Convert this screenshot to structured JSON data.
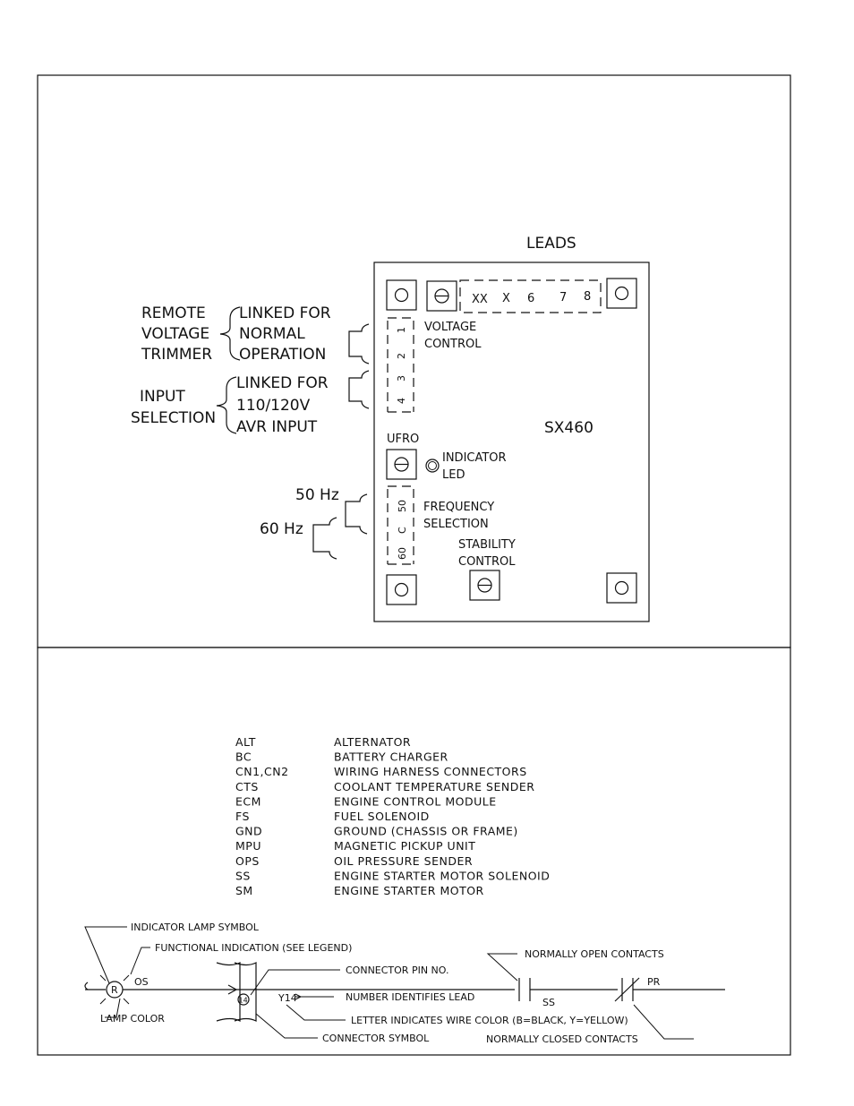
{
  "avr": {
    "leads_title": "LEADS",
    "terminals": [
      "XX",
      "X",
      "6",
      "7",
      "8"
    ],
    "voltage_control": [
      "VOLTAGE",
      "CONTROL"
    ],
    "model": "SX460",
    "ufro": "UFRO",
    "indicator_led": [
      "INDICATOR",
      "LED"
    ],
    "frequency_selection": [
      "FREQUENCY",
      "SELECTION"
    ],
    "stability_control": [
      "STABILITY",
      "CONTROL"
    ],
    "link_pins_top": [
      "1",
      "2",
      "3",
      "4"
    ],
    "link_pins_freq": [
      "50",
      "C",
      "60"
    ],
    "remote_voltage_trimmer": [
      "REMOTE",
      "VOLTAGE",
      "TRIMMER"
    ],
    "linked_for_normal": [
      "LINKED FOR",
      "NORMAL",
      "OPERATION"
    ],
    "input_selection": [
      "INPUT",
      "SELECTION"
    ],
    "linked_for_110": [
      "LINKED FOR",
      "110/120V",
      "AVR INPUT"
    ],
    "hz50": "50 Hz",
    "hz60": "60 Hz"
  },
  "legend": [
    {
      "abbr": "ALT",
      "desc": "ALTERNATOR"
    },
    {
      "abbr": "BC",
      "desc": "BATTERY CHARGER"
    },
    {
      "abbr": "CN1,CN2",
      "desc": "WIRING HARNESS CONNECTORS"
    },
    {
      "abbr": "CTS",
      "desc": "COOLANT TEMPERATURE SENDER"
    },
    {
      "abbr": "ECM",
      "desc": "ENGINE CONTROL MODULE"
    },
    {
      "abbr": "FS",
      "desc": "FUEL SOLENOID"
    },
    {
      "abbr": "GND",
      "desc": "GROUND (CHASSIS OR FRAME)"
    },
    {
      "abbr": "MPU",
      "desc": "MAGNETIC PICKUP UNIT"
    },
    {
      "abbr": "OPS",
      "desc": "OIL PRESSURE SENDER"
    },
    {
      "abbr": "SS",
      "desc": "ENGINE STARTER MOTOR SOLENOID"
    },
    {
      "abbr": "SM",
      "desc": "ENGINE STARTER MOTOR"
    }
  ],
  "symbols": {
    "indicator_lamp_symbol": "INDICATOR LAMP SYMBOL",
    "functional_indication": "FUNCTIONAL INDICATION (SEE LEGEND)",
    "connector_pin_no": "CONNECTOR PIN NO.",
    "number_identifies_lead": "NUMBER IDENTIFIES LEAD",
    "letter_indicates_wire_color": "LETTER INDICATES WIRE COLOR (B=BLACK, Y=YELLOW)",
    "connector_symbol": "CONNECTOR SYMBOL",
    "lamp_color": "LAMP COLOR",
    "normally_open_contacts": "NORMALLY OPEN CONTACTS",
    "normally_closed_contacts": "NORMALLY CLOSED CONTACTS",
    "lamp_letter": "R",
    "os_label": "OS",
    "pin_number": "14",
    "lead_label": "Y14",
    "ss_label": "SS",
    "pr_label": "PR"
  }
}
